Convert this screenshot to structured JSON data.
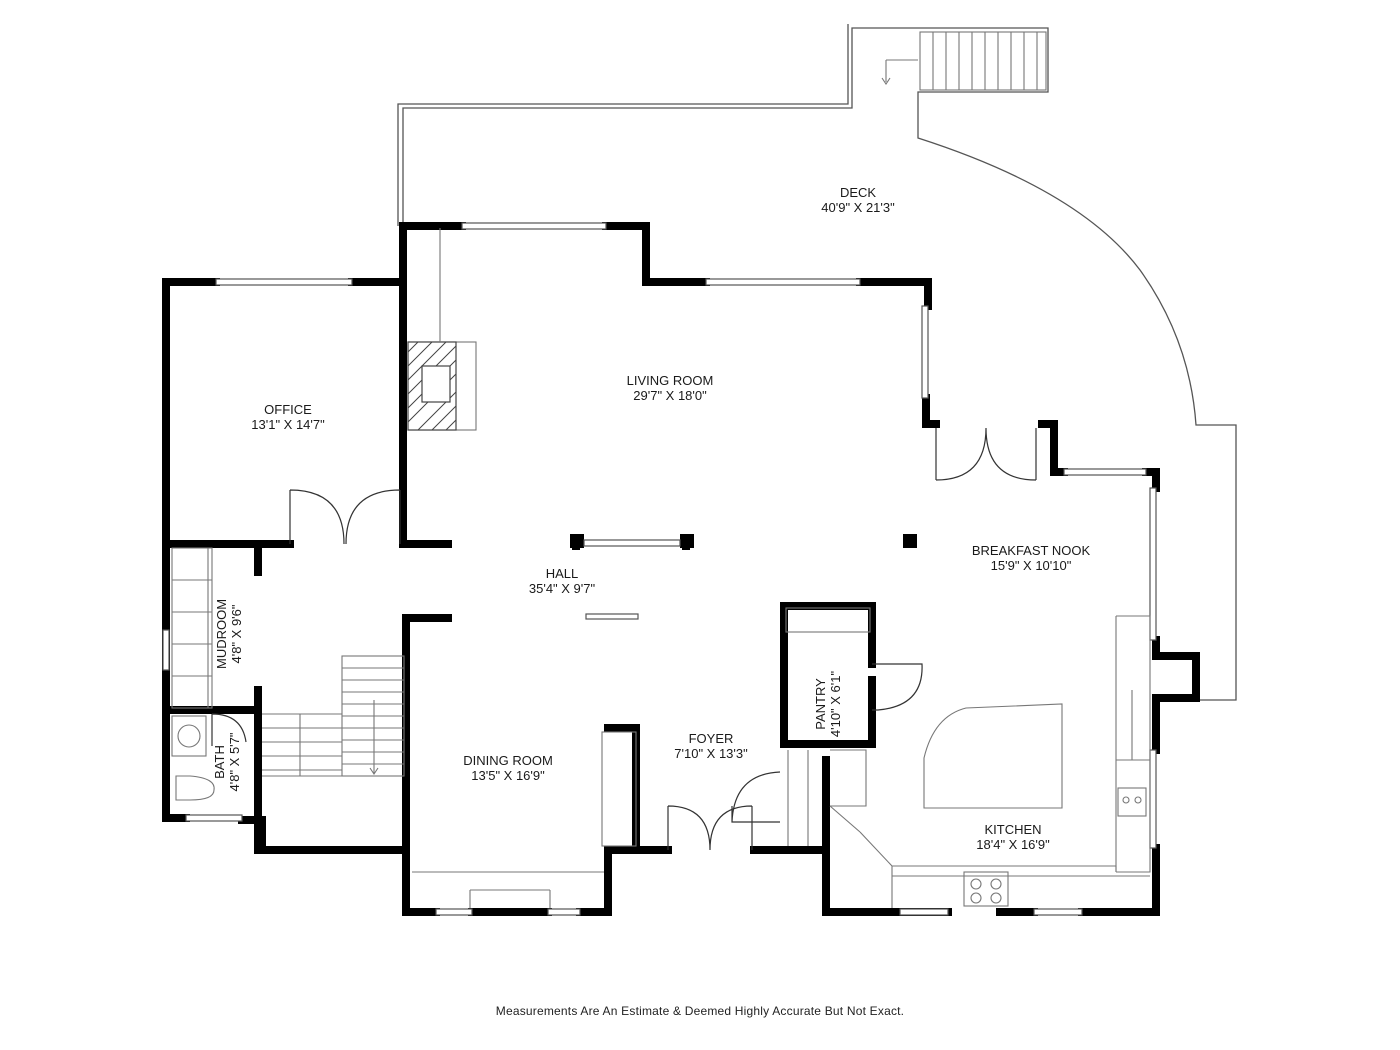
{
  "rooms": [
    {
      "id": "deck",
      "name": "DECK",
      "dims": "40'9\" X 21'3\""
    },
    {
      "id": "living",
      "name": "LIVING ROOM",
      "dims": "29'7\" X 18'0\""
    },
    {
      "id": "office",
      "name": "OFFICE",
      "dims": "13'1\" X 14'7\""
    },
    {
      "id": "hall",
      "name": "HALL",
      "dims": "35'4\" X 9'7\""
    },
    {
      "id": "breakfast",
      "name": "BREAKFAST NOOK",
      "dims": "15'9\" X 10'10\""
    },
    {
      "id": "mudroom",
      "name": "MUDROOM",
      "dims": "4'8\" X 9'6\""
    },
    {
      "id": "pantry",
      "name": "PANTRY",
      "dims": "4'10\" X 6'1\""
    },
    {
      "id": "bath",
      "name": "BATH",
      "dims": "4'8\" X 5'7\""
    },
    {
      "id": "foyer",
      "name": "FOYER",
      "dims": "7'10\" X 13'3\""
    },
    {
      "id": "dining",
      "name": "DINING ROOM",
      "dims": "13'5\" X 16'9\""
    },
    {
      "id": "kitchen",
      "name": "KITCHEN",
      "dims": "18'4\" X 16'9\""
    }
  ],
  "disclaimer": "Measurements Are An Estimate & Deemed Highly Accurate But Not Exact."
}
